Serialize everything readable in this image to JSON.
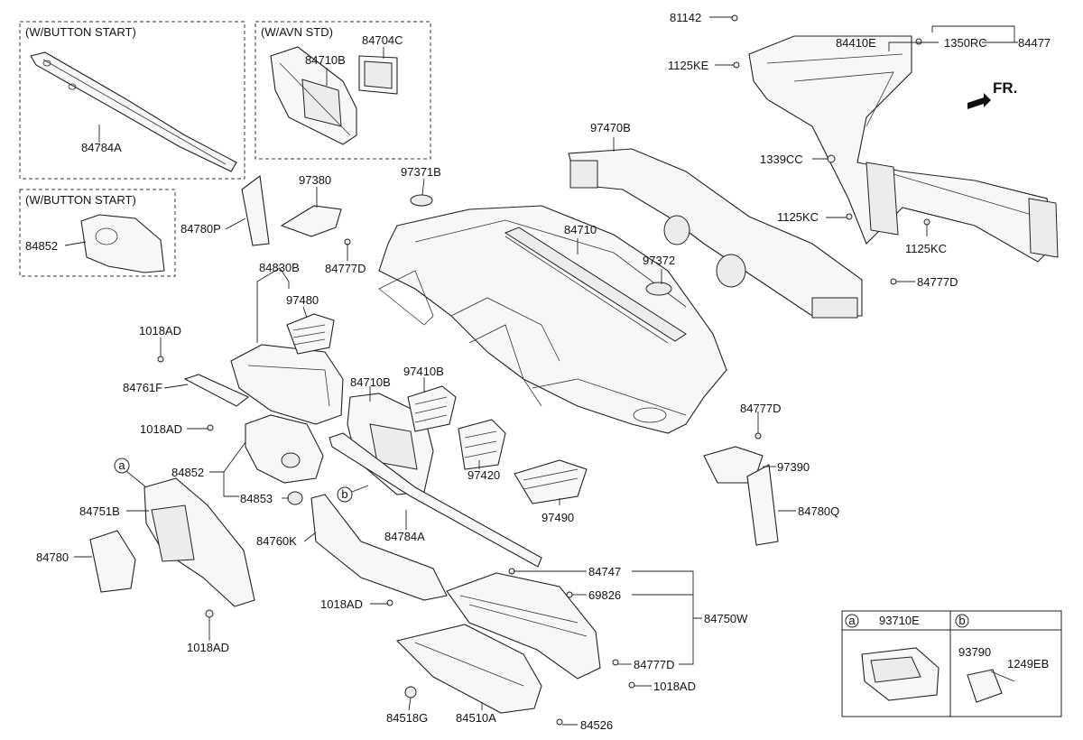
{
  "boxes": {
    "button_start_top": "(W/BUTTON START)",
    "avn_std": "(W/AVN STD)",
    "button_start_bottom": "(W/BUTTON START)"
  },
  "labels": {
    "p81142": "81142",
    "p84410E": "84410E",
    "p1350RC": "1350RC",
    "p84477": "84477",
    "p1125KE": "1125KE",
    "fr": "FR.",
    "p97470B": "97470B",
    "p1339CC": "1339CC",
    "p1125KC_a": "1125KC",
    "p1125KC_b": "1125KC",
    "p84777D_r": "84777D",
    "p84784A_top": "84784A",
    "p84710B_top": "84710B",
    "p84704C": "84704C",
    "p84852_top": "84852",
    "p84780P": "84780P",
    "p97380": "97380",
    "p97371B": "97371B",
    "p84710": "84710",
    "p84777D_c": "84777D",
    "p97372": "97372",
    "p84830B": "84830B",
    "p97480": "97480",
    "p1018AD_1": "1018AD",
    "p84761F": "84761F",
    "p84710B": "84710B",
    "p97410B": "97410B",
    "p1018AD_2": "1018AD",
    "p84777D_m": "84777D",
    "p97390": "97390",
    "p97420": "97420",
    "p84852": "84852",
    "p84853": "84853",
    "p97490": "97490",
    "p84780Q": "84780Q",
    "p84751B": "84751B",
    "p84780": "84780",
    "p84760K": "84760K",
    "p84784A": "84784A",
    "p84747": "84747",
    "p69826": "69826",
    "p84750W": "84750W",
    "p1018AD_3": "1018AD",
    "p1018AD_4": "1018AD",
    "p84777D_b": "84777D",
    "p1018AD_5": "1018AD",
    "p84518G": "84518G",
    "p84510A": "84510A",
    "p84526": "84526"
  },
  "callouts": {
    "a": "a",
    "b": "b"
  },
  "legend": {
    "a_letter": "a",
    "a_part": "93710E",
    "b_letter": "b",
    "b_part1": "93790",
    "b_part2": "1249EB"
  }
}
